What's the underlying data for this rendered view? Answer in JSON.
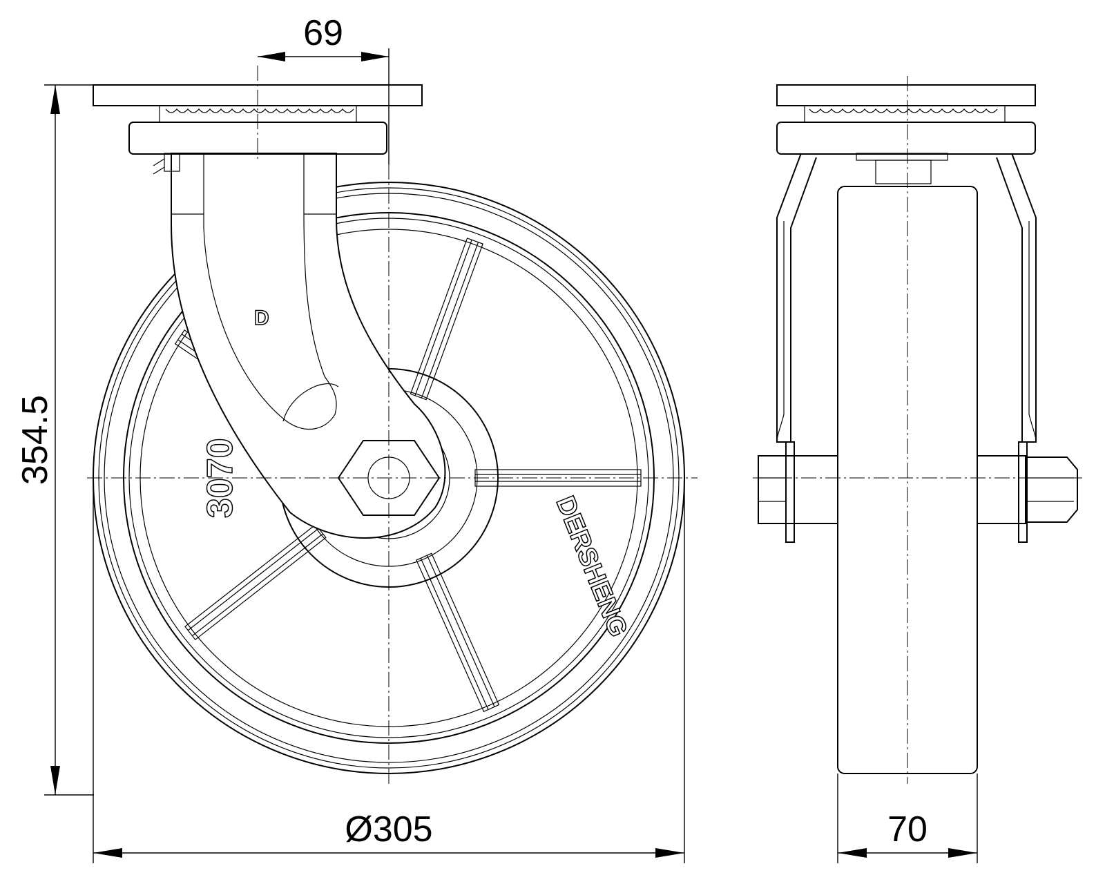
{
  "dimensions": {
    "offset": "69",
    "height": "354.5",
    "diameter": "Ø305",
    "width": "70"
  },
  "markings": {
    "model": "3070",
    "brand": "DERSHENG",
    "logo_letter": "D"
  }
}
